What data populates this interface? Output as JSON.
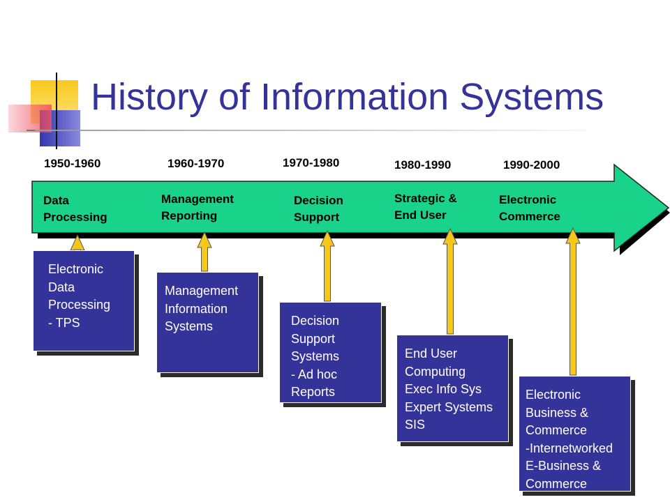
{
  "title": "History of Information Systems",
  "colors": {
    "title": "#33339a",
    "arrow_fill": "#19d38b",
    "box_fill": "#33339a",
    "pointer_fill": "#f5c71a",
    "deco_yellow": "#f8c91e",
    "deco_blue": "#3434b0",
    "deco_red": "#f05060"
  },
  "periods": [
    {
      "years": "1950-1960",
      "era": "Data\nProcessing",
      "box": "Electronic\nData\nProcessing\n- TPS"
    },
    {
      "years": "1960-1970",
      "era": "Management\nReporting",
      "box": "Management\nInformation\nSystems"
    },
    {
      "years": "1970-1980",
      "era": "Decision\nSupport",
      "box": "Decision\nSupport\nSystems\n- Ad hoc\nReports"
    },
    {
      "years": "1980-1990",
      "era": "Strategic &\nEnd User",
      "box": "End User\nComputing\nExec Info Sys\nExpert Systems\nSIS"
    },
    {
      "years": "1990-2000",
      "era": "Electronic\nCommerce",
      "box": "Electronic\nBusiness &\nCommerce\n-Internetworked\nE-Business &\nCommerce"
    }
  ]
}
